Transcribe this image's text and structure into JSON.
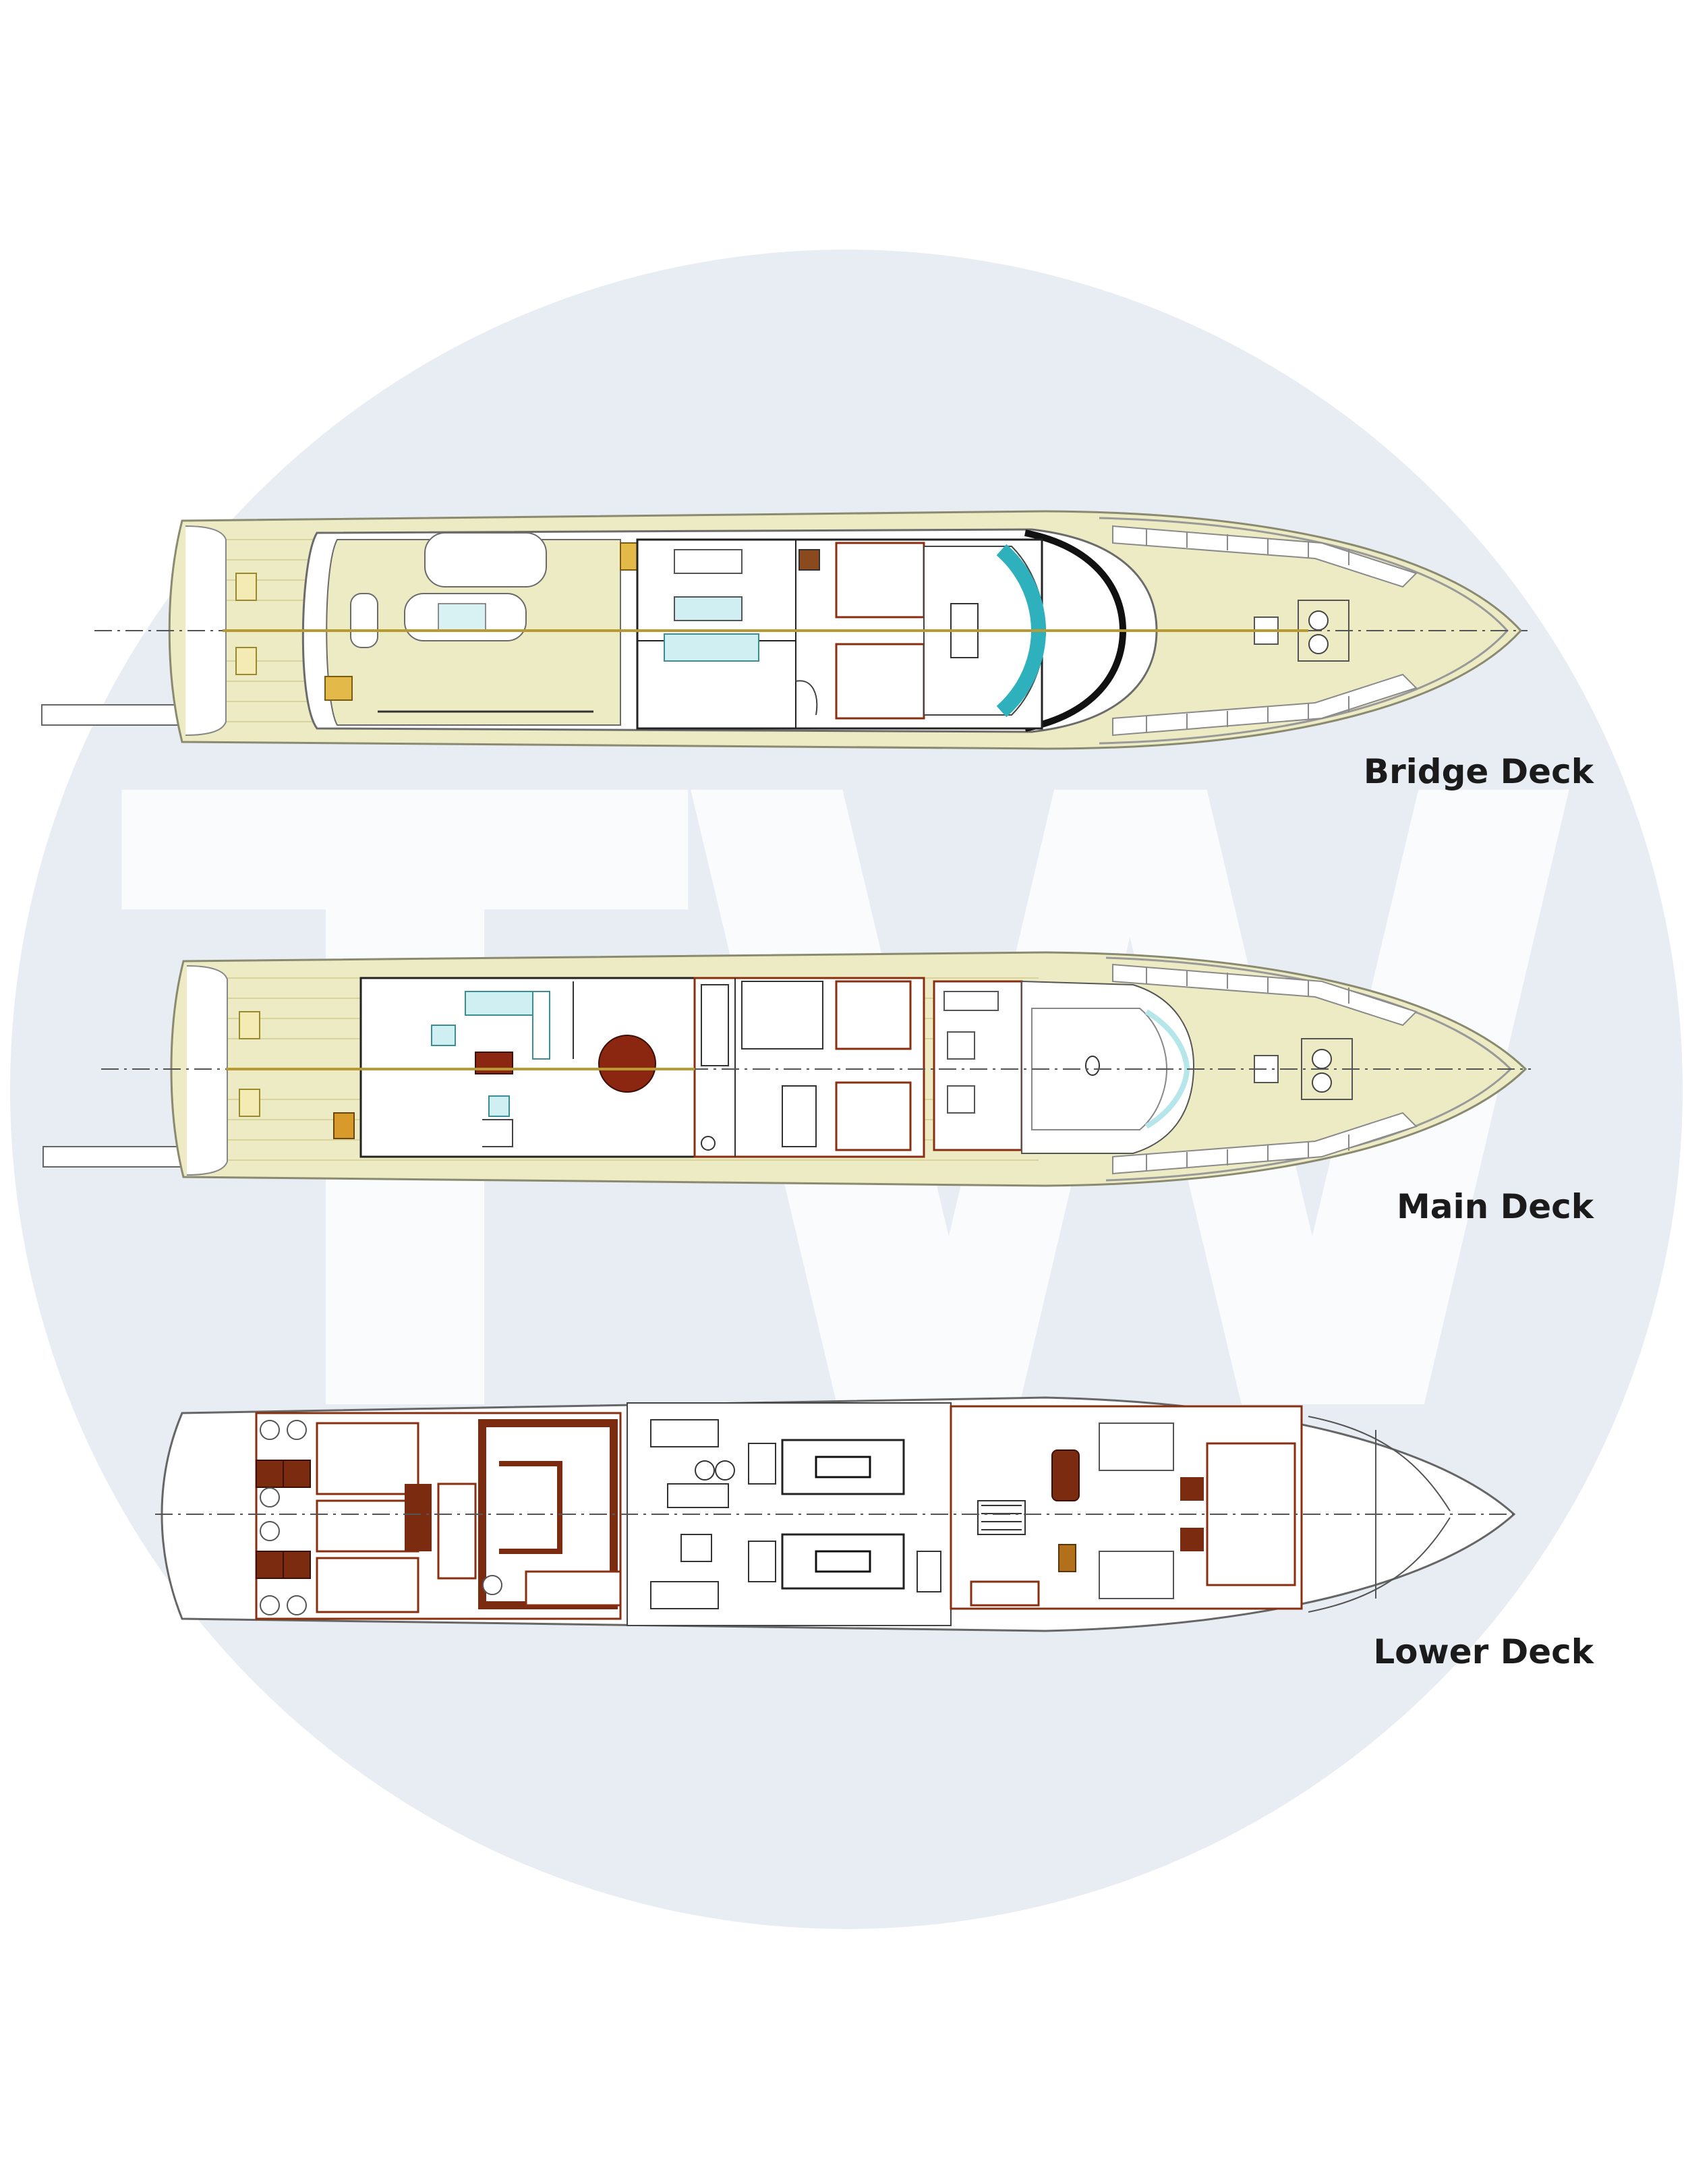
{
  "watermark": {
    "text": "TW"
  },
  "decks": [
    {
      "label": "Bridge Deck"
    },
    {
      "label": "Main Deck"
    },
    {
      "label": "Lower Deck"
    }
  ],
  "colors": {
    "background": "#ffffff",
    "watermark": "#e8edf3",
    "deck_wood": "#ecebc4",
    "wall": "#7a3b1e",
    "wood_dark": "#7b2c10",
    "glass": "#8fd7dc",
    "label": "#1b1b1b"
  }
}
